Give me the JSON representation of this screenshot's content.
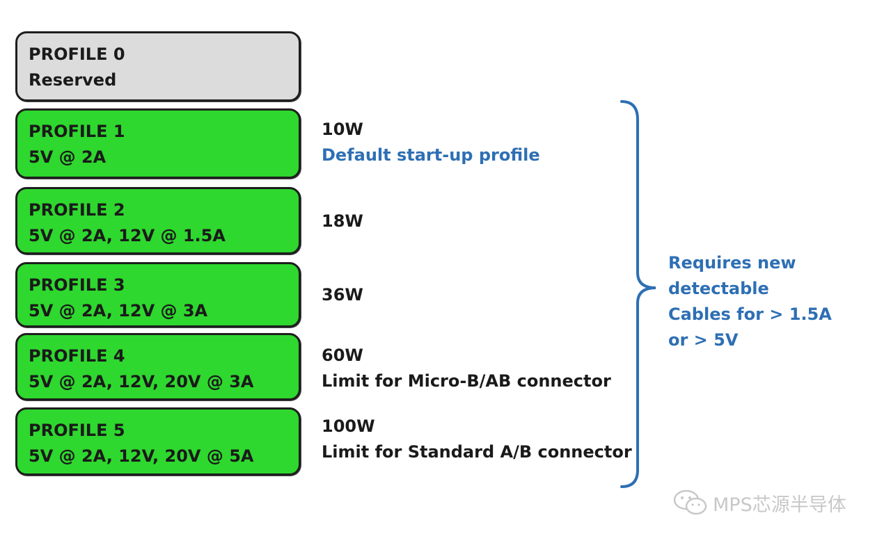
{
  "profiles": [
    {
      "title": "PROFILE 0",
      "spec": "Reserved",
      "style": "gray"
    },
    {
      "title": "PROFILE 1",
      "spec": "5V @ 2A",
      "style": "green"
    },
    {
      "title": "PROFILE 2",
      "spec": "5V @ 2A, 12V @ 1.5A",
      "style": "green"
    },
    {
      "title": "PROFILE 3",
      "spec": "5V @ 2A, 12V @ 3A",
      "style": "green"
    },
    {
      "title": "PROFILE 4",
      "spec": "5V @ 2A, 12V, 20V @ 3A",
      "style": "green"
    },
    {
      "title": "PROFILE 5",
      "spec": "5V @ 2A, 12V, 20V @ 5A",
      "style": "green"
    }
  ],
  "descriptions": [
    {
      "power": "10W",
      "note": "Default start-up profile"
    },
    {
      "power": "18W",
      "note": ""
    },
    {
      "power": "36W",
      "note": ""
    },
    {
      "power": "60W",
      "note": "Limit for Micro-B/AB connector"
    },
    {
      "power": "100W",
      "note": "Limit for Standard A/B connector"
    }
  ],
  "brace_note": [
    "Requires new",
    "detectable",
    "Cables for > 1.5A",
    "or > 5V"
  ],
  "watermark": "MPS芯源半导体",
  "colors": {
    "green": "#2ed82e",
    "gray": "#dcdcdc",
    "blue": "#2e6fb4"
  }
}
